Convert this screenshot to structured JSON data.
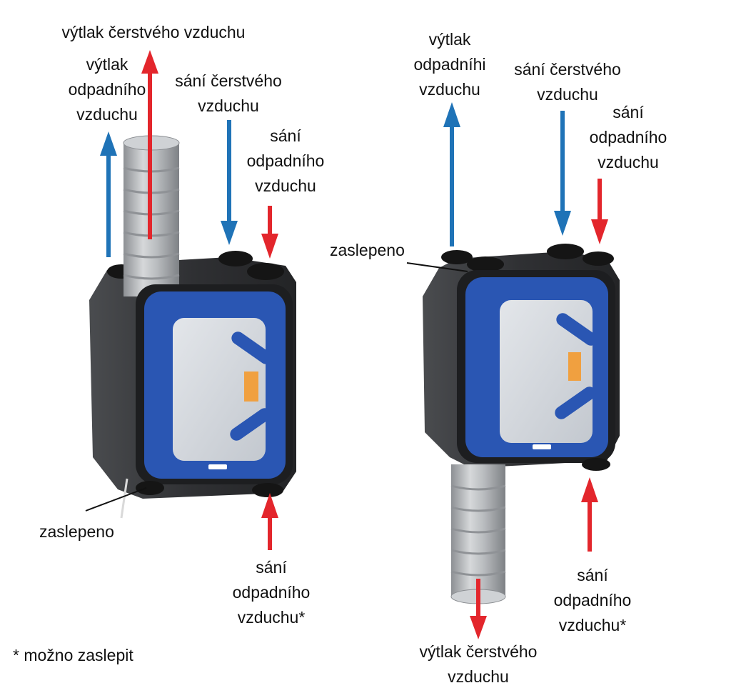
{
  "colors": {
    "fresh_air": "#e3262c",
    "waste_air": "#1f73b7",
    "front_panel": "#2a56b3",
    "body": "#2e2f31",
    "pipe": "#b5b8bb"
  },
  "left_unit": {
    "exhaust_waste": [
      "výtlak",
      "odpadního",
      "vzduchu"
    ],
    "supply_fresh": "výtlak čerstvého vzduchu",
    "intake_fresh": [
      "sání čerstvého",
      "vzduchu"
    ],
    "intake_waste_top": [
      "sání",
      "odpadního",
      "vzduchu"
    ],
    "blocked": "zaslepeno",
    "intake_waste_bottom": [
      "sání",
      "odpadního",
      "vzduchu*"
    ]
  },
  "right_unit": {
    "exhaust_waste": [
      "výtlak",
      "odpadníhi",
      "vzduchu"
    ],
    "intake_fresh": [
      "sání čerstvého",
      "vzduchu"
    ],
    "intake_waste_top": [
      "sání",
      "odpadního",
      "vzduchu"
    ],
    "blocked": "zaslepeno",
    "intake_waste_bottom": [
      "sání",
      "odpadního",
      "vzduchu*"
    ],
    "supply_fresh": [
      "výtlak čerstvého",
      "vzduchu"
    ]
  },
  "footnote": "* možno zaslepit"
}
